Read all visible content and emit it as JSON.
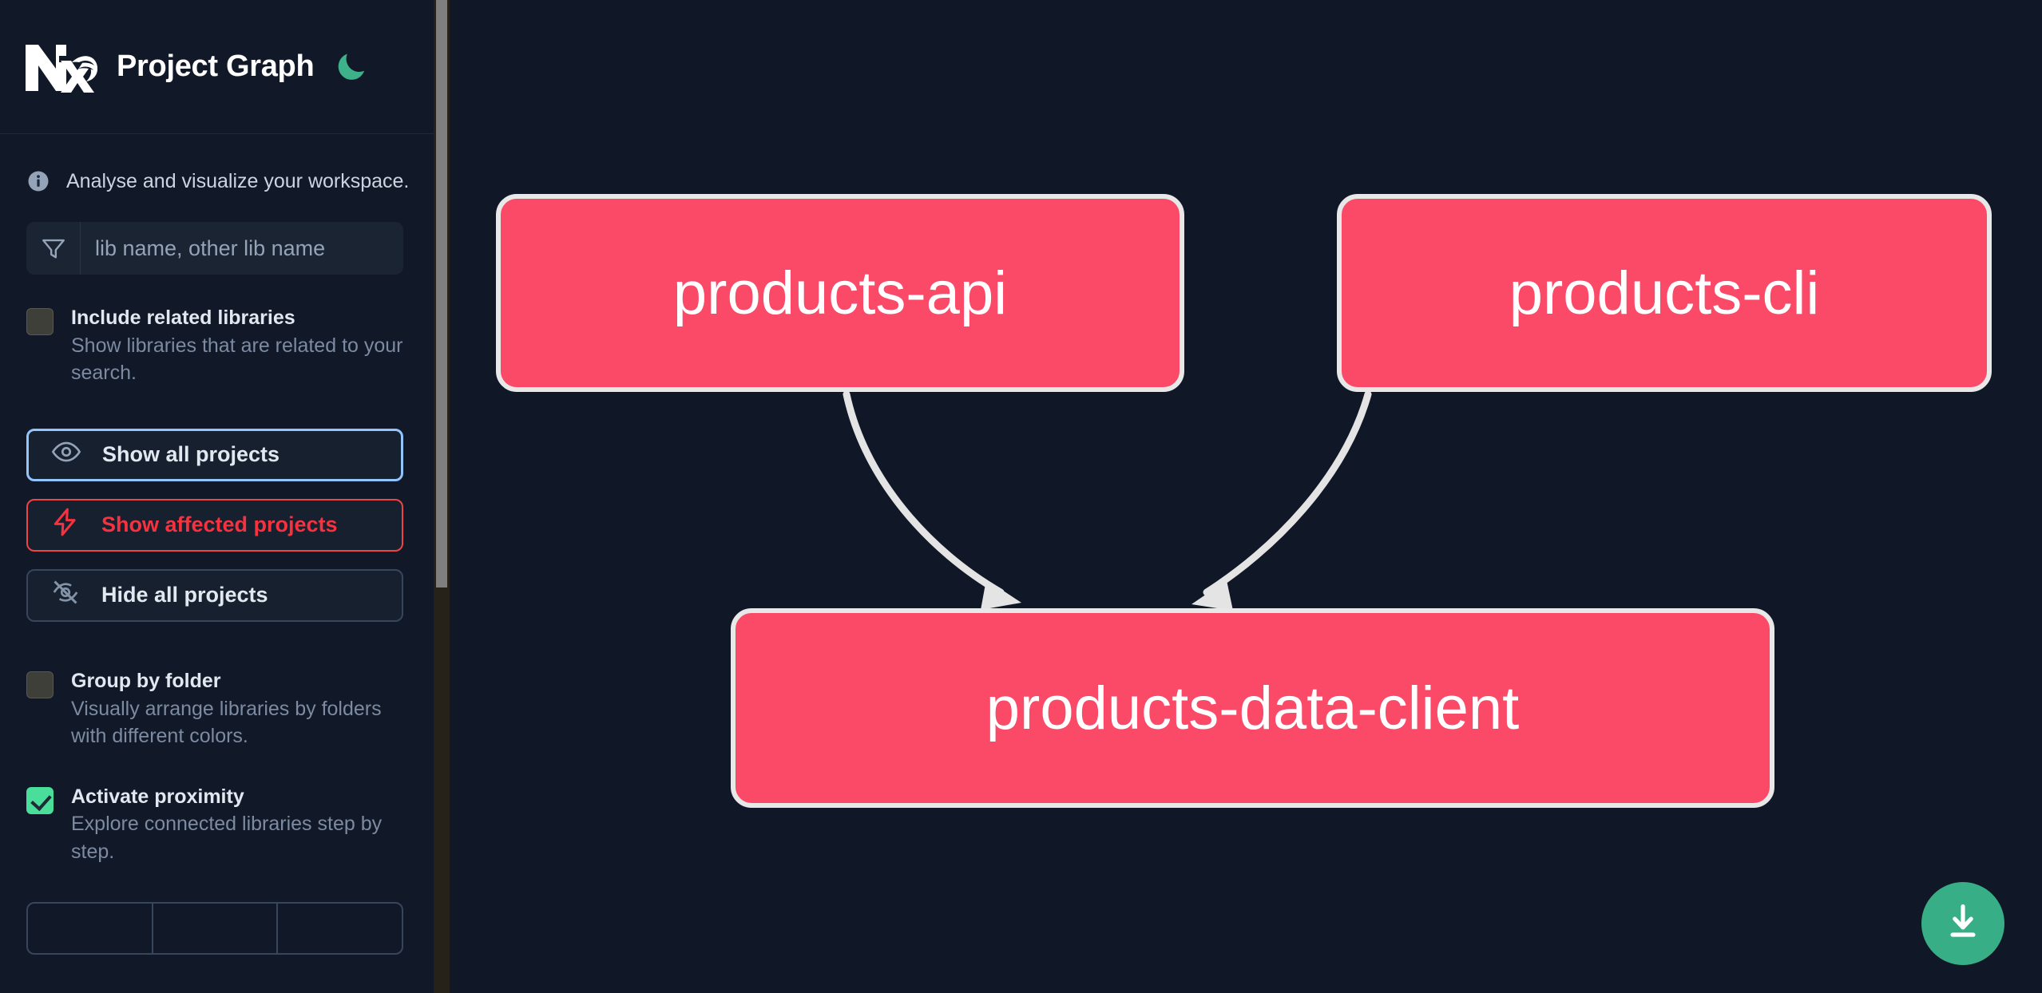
{
  "app": {
    "title": "Project Graph",
    "logo_icon": "nx-logo",
    "theme_toggle_icon": "moon-icon",
    "background_color": "#101827",
    "sidebar_color": "#111827"
  },
  "sidebar": {
    "tagline": {
      "icon": "info-icon",
      "text": "Analyse and visualize your workspace."
    },
    "filter": {
      "icon": "filter-funnel-icon",
      "placeholder": "lib name, other lib name",
      "value": ""
    },
    "checkboxes": [
      {
        "name": "include-related-libraries",
        "label": "Include related libraries",
        "description": "Show libraries that are related to your search.",
        "checked": false
      },
      {
        "name": "group-by-folder",
        "label": "Group by folder",
        "description": "Visually arrange libraries by folders with different colors.",
        "checked": false
      },
      {
        "name": "activate-proximity",
        "label": "Activate proximity",
        "description": "Explore connected libraries step by step.",
        "checked": true
      }
    ],
    "buttons": [
      {
        "name": "show-all-projects",
        "label": "Show all projects",
        "icon": "eye-icon",
        "accent": "#93C5FD"
      },
      {
        "name": "show-affected-projects",
        "label": "Show affected projects",
        "icon": "lightning-bolt-icon",
        "accent": "#F6323F"
      },
      {
        "name": "hide-all-projects",
        "label": "Hide all projects",
        "icon": "eye-off-icon",
        "accent": "#37465C"
      }
    ],
    "scrollbar": {
      "thumb_color": "#7F7F7F",
      "track_color": "#272219"
    }
  },
  "graph": {
    "node_fill": "#FA4A68",
    "node_border": "#E8E8E8",
    "edge_color": "#E4E4E4",
    "nodes": [
      {
        "id": "products-api",
        "label": "products-api"
      },
      {
        "id": "products-cli",
        "label": "products-cli"
      },
      {
        "id": "products-data-client",
        "label": "products-data-client"
      }
    ],
    "edges": [
      {
        "from": "products-api",
        "to": "products-data-client"
      },
      {
        "from": "products-cli",
        "to": "products-data-client"
      }
    ],
    "download_button": {
      "name": "download-graph",
      "icon": "download-icon",
      "color": "#37AE86"
    }
  }
}
